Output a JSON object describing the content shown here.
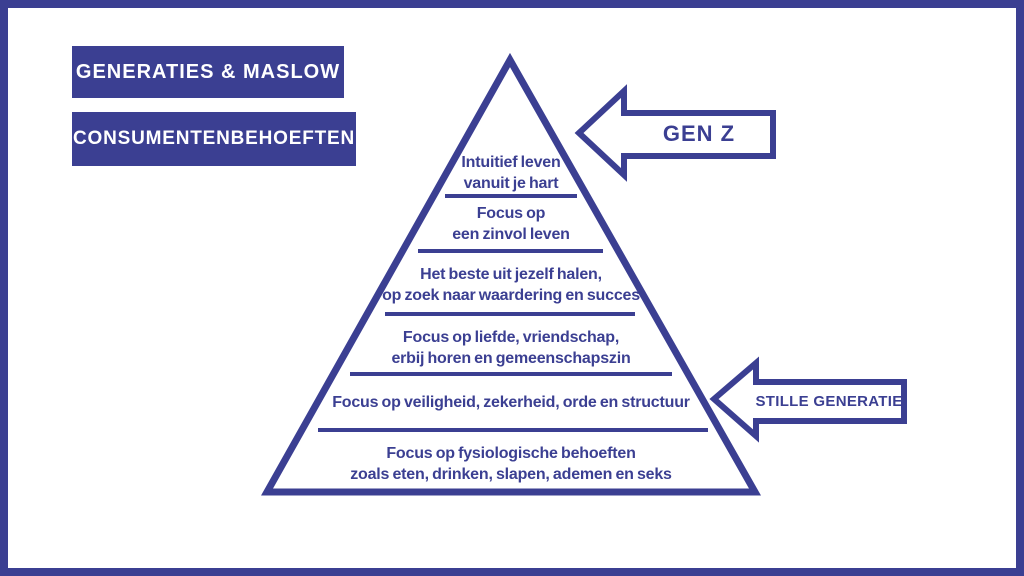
{
  "slide": {
    "background": "#FFFFFF",
    "border_color": "#3B3F92"
  },
  "header": {
    "title": "GENERATIES & MASLOW",
    "subtitle": "CONSUMENTENBEHOEFTEN"
  },
  "pyramid": {
    "levels": [
      {
        "text": "Intuitief leven\nvanuit je hart"
      },
      {
        "text": "Focus op\neen zinvol leven"
      },
      {
        "text": "Het beste uit jezelf halen,\nop zoek naar waardering en succes"
      },
      {
        "text": "Focus op liefde, vriendschap,\nerbij horen en gemeenschapszin"
      },
      {
        "text": "Focus op veiligheid, zekerheid, orde en structuur"
      },
      {
        "text": "Focus op fysiologische behoeften\nzoals eten, drinken, slapen, ademen en seks"
      }
    ]
  },
  "arrows": {
    "gen_z": {
      "label": "GEN Z"
    },
    "stille_generatie": {
      "label": "STILLE GENERATIE"
    }
  },
  "colors": {
    "indigo": "#3B3F92",
    "text_on_indigo": "#FFFFFF"
  }
}
